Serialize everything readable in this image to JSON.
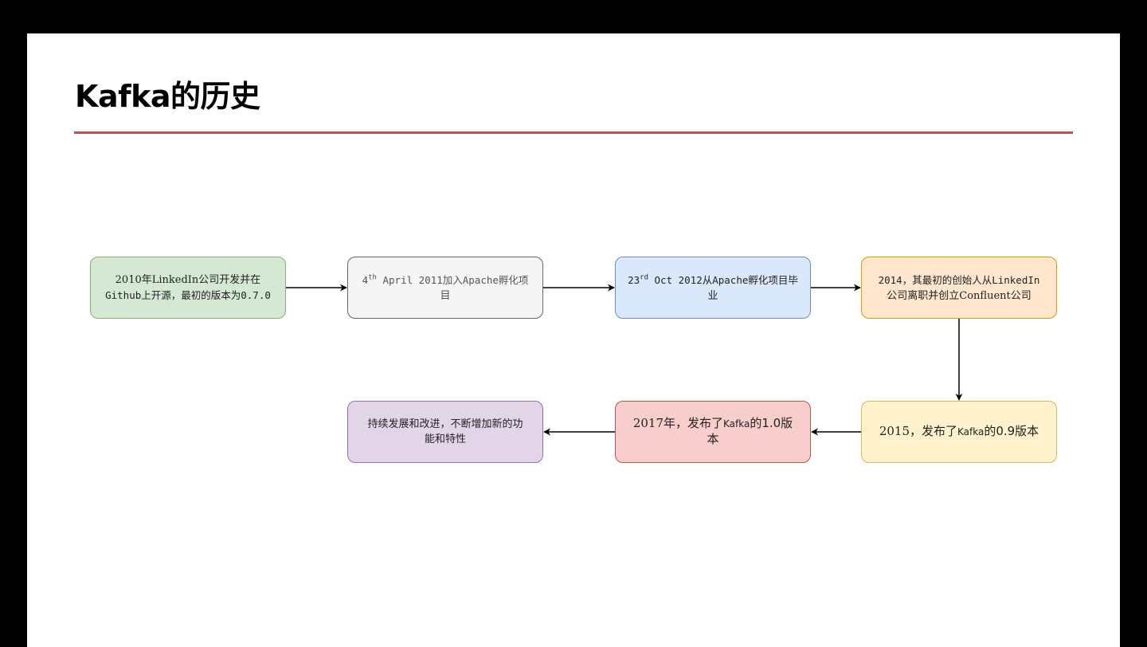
{
  "slide": {
    "title": "Kafka的历史",
    "rule_color": "#c0504d",
    "background": "#ffffff"
  },
  "diagram": {
    "nodes": [
      {
        "id": "2010",
        "line1": "2010年LinkedIn公司开发并在",
        "line2": "Github上开源，最初的版本为0.7.0",
        "fill": "#d5e8d4",
        "stroke": "#82b366"
      },
      {
        "id": "2011",
        "day": "4",
        "suffix": "th",
        "rest": " April 2011加入Apache孵化项",
        "line2": "目",
        "fill": "#f5f5f5",
        "stroke": "#666666"
      },
      {
        "id": "2012",
        "day": "23",
        "suffix": "rd",
        "rest": " Oct 2012从Apache孵化项目毕",
        "line2": "业",
        "fill": "#dae8fc",
        "stroke": "#6c8ebf"
      },
      {
        "id": "2014",
        "line1": "2014，其最初的创始人从LinkedIn",
        "line2": "公司离职并创立Confluent公司",
        "fill": "#ffe6cc",
        "stroke": "#d79b00"
      },
      {
        "id": "2015",
        "prefix": "2015，发布了",
        "brand": "Kafka",
        "suffix_text": "的0.9版本",
        "fill": "#fff2cc",
        "stroke": "#d6b656"
      },
      {
        "id": "2017",
        "prefix": "2017年，发布了",
        "brand": "Kafka",
        "suffix_text": "的1.0版",
        "line2": "本",
        "fill": "#f8cecc",
        "stroke": "#b85450"
      },
      {
        "id": "future",
        "line1": "持续发展和改进，不断增加新的功",
        "line2": "能和特性",
        "fill": "#e1d5e7",
        "stroke": "#9673a6"
      }
    ],
    "edges": [
      {
        "from": "2010",
        "to": "2011"
      },
      {
        "from": "2011",
        "to": "2012"
      },
      {
        "from": "2012",
        "to": "2014"
      },
      {
        "from": "2014",
        "to": "2015"
      },
      {
        "from": "2015",
        "to": "2017"
      },
      {
        "from": "2017",
        "to": "future"
      }
    ],
    "edge_color": "#000000"
  }
}
